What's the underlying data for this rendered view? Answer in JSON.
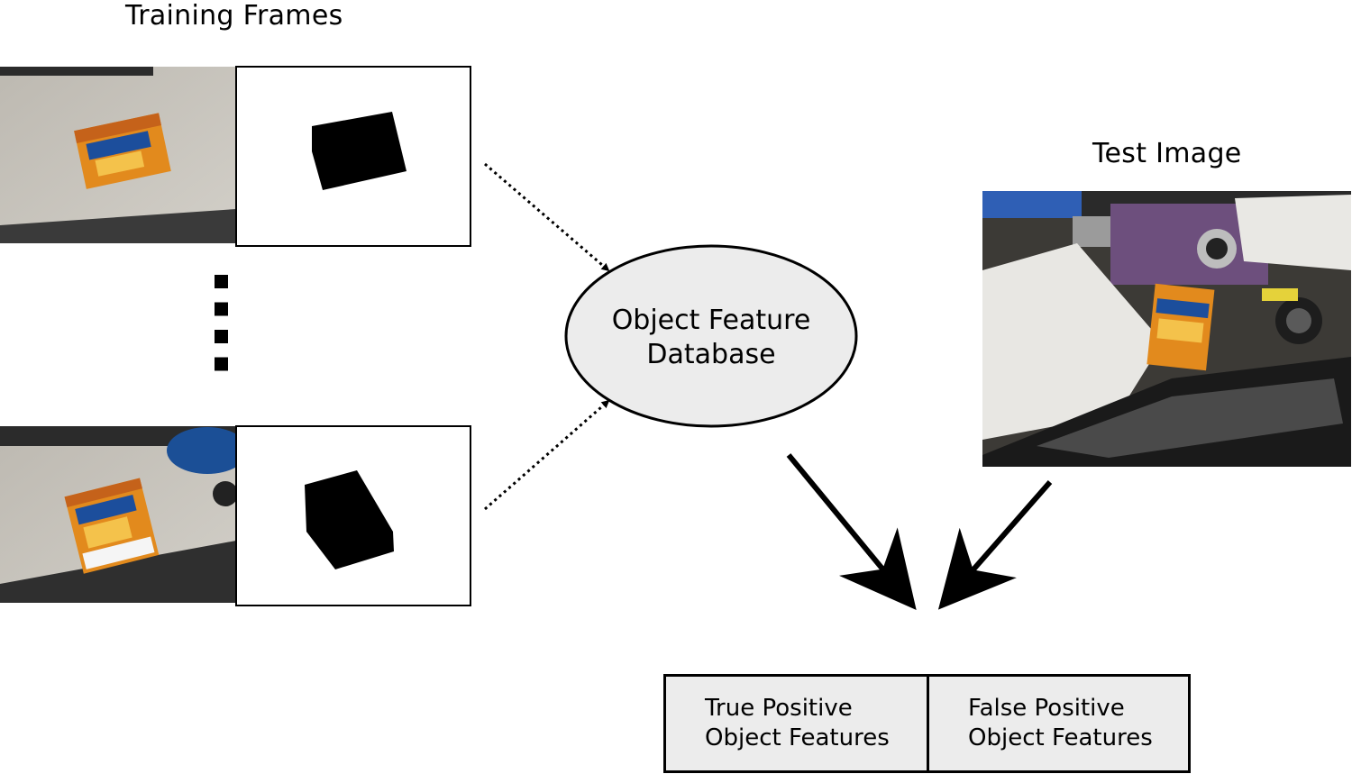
{
  "labels": {
    "training_frames": "Training Frames",
    "test_image": "Test Image",
    "database": "Object Feature\nDatabase",
    "true_positive": "True Positive\nObject Features",
    "false_positive": "False Positive\nObject Features"
  },
  "colors": {
    "database_fill": "#ececec",
    "result_fill": "#ececec",
    "desk": "#c9c6bf",
    "box_orange": "#e28a1d"
  },
  "ellipsis_count": 4
}
